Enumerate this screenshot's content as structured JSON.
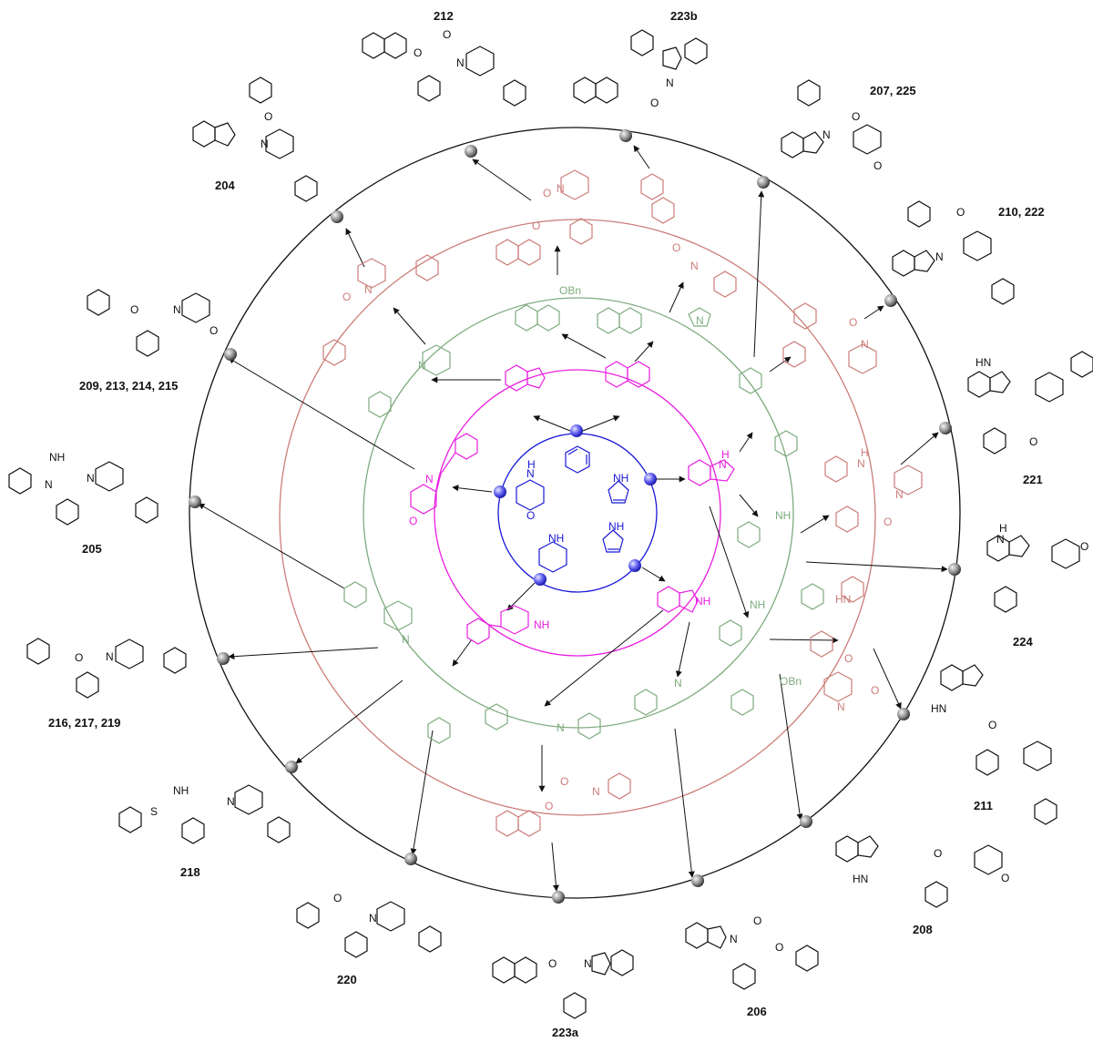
{
  "colors": {
    "core": "#1818d6",
    "ring1": "#e91ee0",
    "ring2": "#7fab7f",
    "ring3": "#cb7d78",
    "outer": "#111111",
    "node": "#444444"
  },
  "compound_labels": [
    "212",
    "223b",
    "207, 225",
    "210, 222",
    "221",
    "224",
    "211",
    "208",
    "206",
    "223a",
    "220",
    "218",
    "216, 217, 219",
    "205",
    "209, 213, 214, 215",
    "204"
  ],
  "substituent_labels": {
    "obn": "OBn"
  },
  "atom_labels": {
    "nitrogen": "N",
    "oxygen": "O",
    "nh": "NH",
    "hn": "HN",
    "h": "H",
    "sulfur": "S"
  }
}
